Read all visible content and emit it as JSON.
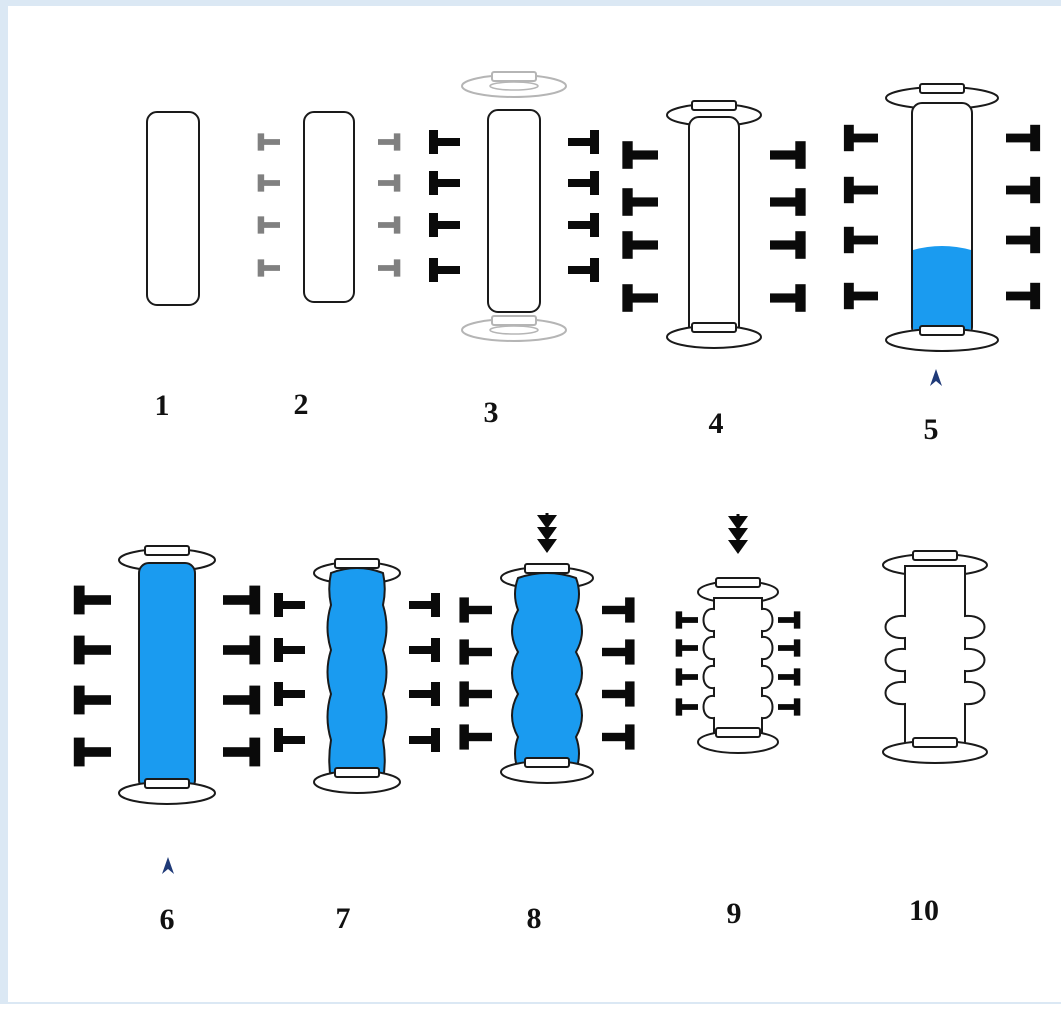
{
  "figure": {
    "colors": {
      "fluid": "#1a9bf0",
      "clamp": "#0a0a0a",
      "clamp_faded": "#808080",
      "outline": "#1a1a1a",
      "ring_faded": "#b5b5b5",
      "pressure_arrow": "#1f3a78"
    },
    "steps": [
      {
        "label": "1",
        "tube": "plain",
        "clamps": "none",
        "rings": "none",
        "fluid": "none",
        "arrow": "none"
      },
      {
        "label": "2",
        "tube": "plain",
        "clamps": "gray",
        "rings": "none",
        "fluid": "none",
        "arrow": "none"
      },
      {
        "label": "3",
        "tube": "plain",
        "clamps": "black",
        "rings": "faded",
        "fluid": "none",
        "arrow": "none"
      },
      {
        "label": "4",
        "tube": "plain",
        "clamps": "black",
        "rings": "solid",
        "fluid": "none",
        "arrow": "none"
      },
      {
        "label": "5",
        "tube": "plain",
        "clamps": "black",
        "rings": "solid",
        "fluid": "partial",
        "arrow": "pressure"
      },
      {
        "label": "6",
        "tube": "plain",
        "clamps": "black",
        "rings": "solid",
        "fluid": "full",
        "arrow": "pressure"
      },
      {
        "label": "7",
        "tube": "bulged",
        "clamps": "black",
        "rings": "solid",
        "fluid": "full",
        "arrow": "none"
      },
      {
        "label": "8",
        "tube": "bulged",
        "clamps": "black",
        "rings": "solid",
        "fluid": "full",
        "arrow": "compress"
      },
      {
        "label": "9",
        "tube": "bellows",
        "clamps": "inner",
        "rings": "solid",
        "fluid": "none",
        "arrow": "compress"
      },
      {
        "label": "10",
        "tube": "bellows",
        "clamps": "none",
        "rings": "solid",
        "fluid": "none",
        "arrow": "none"
      }
    ]
  }
}
